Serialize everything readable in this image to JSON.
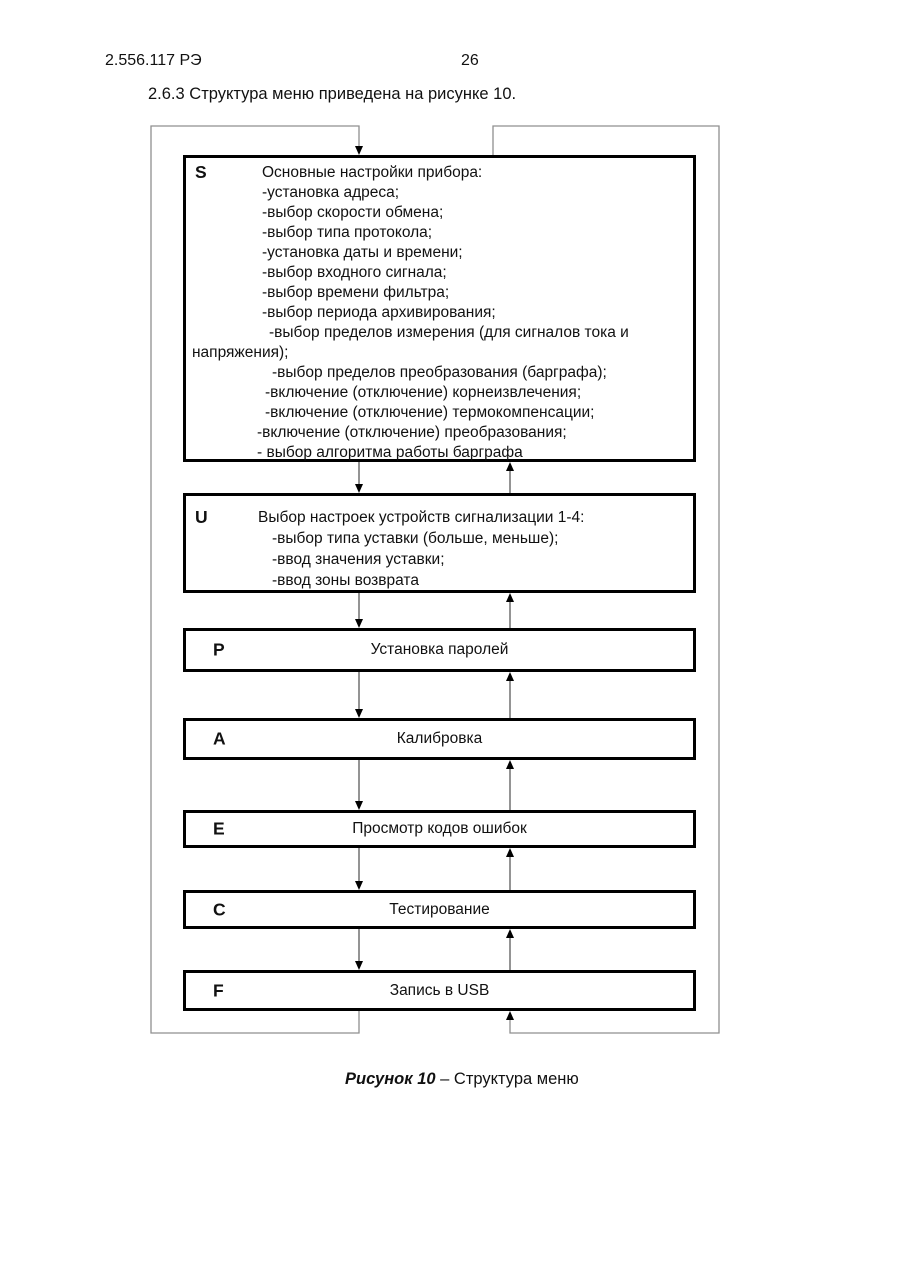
{
  "page": {
    "doc_number": "2.556.117 РЭ",
    "page_number": "26",
    "intro": "2.6.3 Структура меню приведена на рисунке 10."
  },
  "figure": {
    "caption_label": "Рисунок 10",
    "caption_text": " – Структура меню"
  },
  "menu": {
    "s": {
      "key": "S",
      "lines": [
        "Основные настройки прибора:",
        "-установка адреса;",
        "-выбор скорости обмена;",
        "-выбор типа протокола;",
        "-установка даты и времени;",
        "-выбор входного сигнала;",
        "-выбор времени фильтра;",
        "-выбор периода архивирования;",
        "-выбор пределов измерения (для сигналов тока и",
        "напряжения);",
        "-выбор пределов преобразования (барграфа);",
        "-включение (отключение) корнеизвлечения;",
        "-включение (отключение) термокомпенсации;",
        "-включение (отключение) преобразования;",
        "- выбор алгоритма работы барграфа"
      ]
    },
    "u": {
      "key": "U",
      "lines": [
        "Выбор настроек устройств сигнализации 1-4:",
        "-выбор типа уставки (больше, меньше);",
        "-ввод значения уставки;",
        "-ввод зоны возврата"
      ]
    },
    "p": {
      "key": "P",
      "label": "Установка паролей"
    },
    "a": {
      "key": "A",
      "label": "Калибровка"
    },
    "e": {
      "key": "E",
      "label": "Просмотр  кодов ошибок"
    },
    "c": {
      "key": "C",
      "label": "Тестирование"
    },
    "f": {
      "key": "F",
      "label": "Запись в USB"
    }
  },
  "colors": {
    "box_border": "#000000",
    "loop_line": "#8f8f8f",
    "arrow_shaft": "#5a5a5a",
    "arrow_head": "#000000"
  }
}
